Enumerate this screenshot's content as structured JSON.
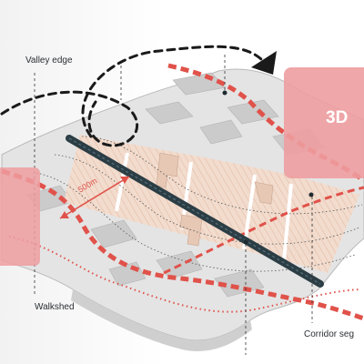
{
  "labels": {
    "valley_edge": "Valley edge",
    "walkshed": "Walkshed",
    "corridor_segment": "Corridor seg",
    "distance": "500m",
    "view_tag": "3D"
  },
  "colors": {
    "accent_red": "#e0524a",
    "pink_panel": "#ee9da0",
    "corridor_dark": "#2c3e45",
    "terrain": "#e2e2e2",
    "blocks": "#c9c9c9",
    "corridor_band": "#f0d6c6",
    "arrow_black": "#1a1a1a"
  },
  "icons": [
    "flow-arrow-icon",
    "distance-arrow-icon"
  ]
}
